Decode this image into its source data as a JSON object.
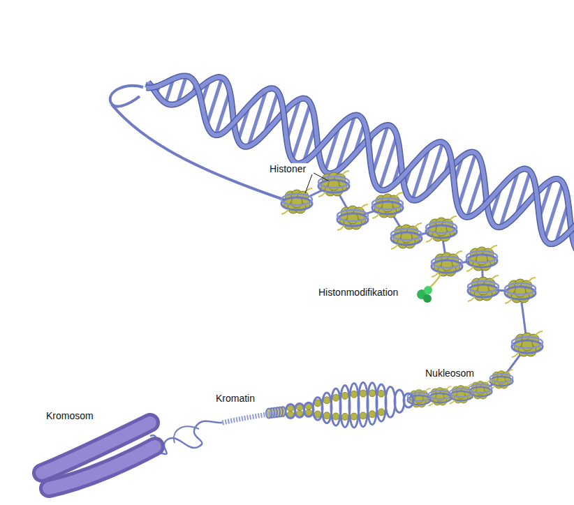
{
  "diagram": {
    "labels": [
      "Histoner",
      "Histonmodifikation",
      "Nukleosom",
      "Kromatin",
      "Kromosom"
    ]
  }
}
